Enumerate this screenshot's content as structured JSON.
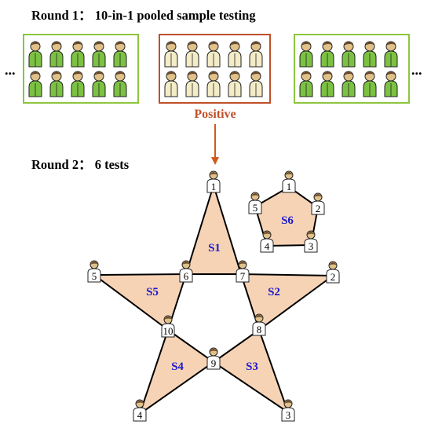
{
  "round1": {
    "title": "Round 1： 10-in-1 pooled sample testing"
  },
  "round2": {
    "title": "Round 2： 6 tests"
  },
  "positive_label": "Positive",
  "ellipsis": "...",
  "colors": {
    "negative_border": "#8cc63f",
    "positive_border": "#c0502a",
    "positive_text": "#c0502a",
    "arrow": "#d05a1e",
    "negative_person": "#7cc242",
    "positive_person": "#f3ecc6",
    "triangle_fill": "#f7d3b6",
    "subset_label": "#1a1acc"
  },
  "star": {
    "subsets": [
      {
        "label": "S1"
      },
      {
        "label": "S2"
      },
      {
        "label": "S3"
      },
      {
        "label": "S4"
      },
      {
        "label": "S5"
      }
    ],
    "nodes": [
      {
        "label": "1"
      },
      {
        "label": "2"
      },
      {
        "label": "3"
      },
      {
        "label": "4"
      },
      {
        "label": "5"
      },
      {
        "label": "6"
      },
      {
        "label": "7"
      },
      {
        "label": "8"
      },
      {
        "label": "9"
      },
      {
        "label": "10"
      }
    ]
  },
  "pentagon": {
    "label": "S6",
    "nodes": [
      {
        "label": "1"
      },
      {
        "label": "2"
      },
      {
        "label": "3"
      },
      {
        "label": "4"
      },
      {
        "label": "5"
      }
    ]
  }
}
